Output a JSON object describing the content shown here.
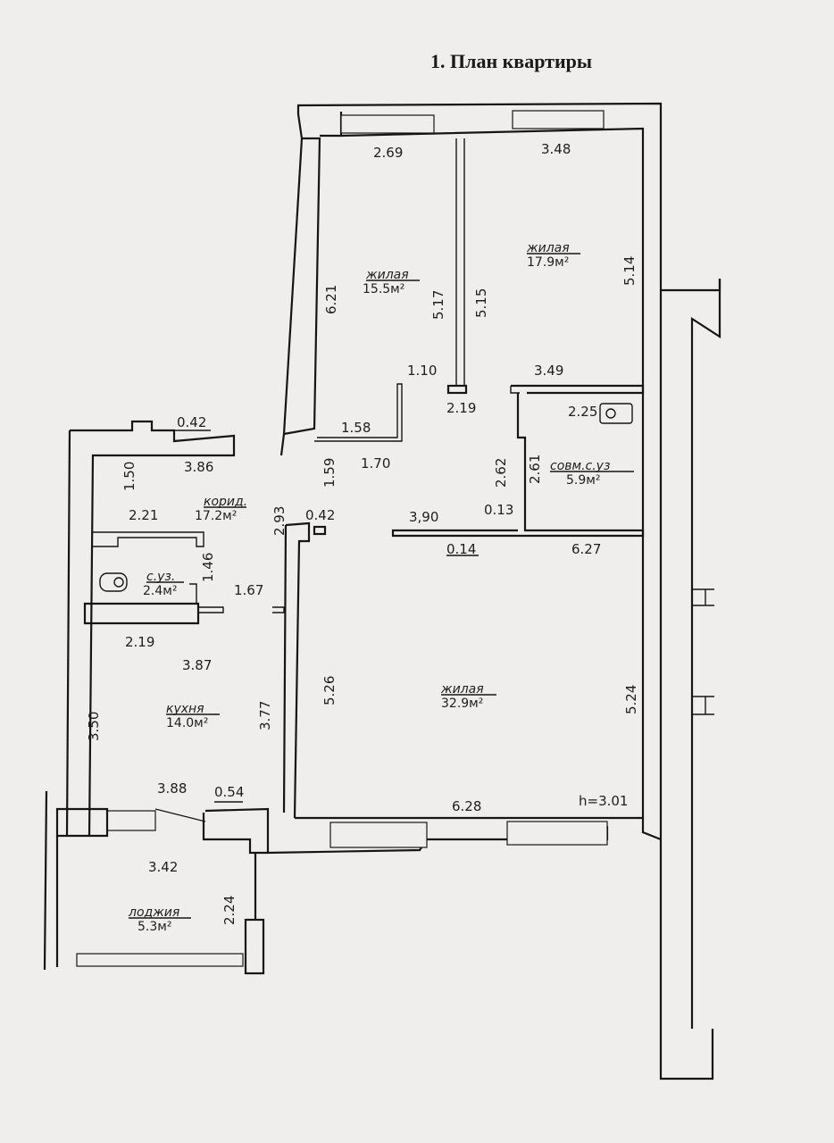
{
  "title": "1. План квартиры",
  "rooms": {
    "living_1": {
      "name": "жилая",
      "area": "15.5м²"
    },
    "living_2": {
      "name": "жилая",
      "area": "17.9м²"
    },
    "living_3": {
      "name": "жилая",
      "area": "32.9м²"
    },
    "bath_combined": {
      "name": "совм.с.уз",
      "area": "5.9м²"
    },
    "corridor": {
      "name": "корид.",
      "area": "17.2м²"
    },
    "wc": {
      "name": "с.уз.",
      "area": "2.4м²"
    },
    "kitchen": {
      "name": "кухня",
      "area": "14.0м²"
    },
    "loggia": {
      "name": "лоджия",
      "area": "5.3м²"
    }
  },
  "dimensions": {
    "d_2_69": "2.69",
    "d_3_48": "3.48",
    "d_5_14": "5.14",
    "d_6_21": "6.21",
    "d_5_17": "5.17",
    "d_5_15": "5.15",
    "d_1_10": "1.10",
    "d_1_58": "1.58",
    "d_3_49": "3.49",
    "d_2_19_top": "2.19",
    "d_2_25": "2.25",
    "d_1_59": "1.59",
    "d_1_70": "1.70",
    "d_2_62": "2.62",
    "d_2_61": "2.61",
    "d_0_42_top": "0.42",
    "d_1_50": "1.50",
    "d_3_86": "3.86",
    "d_2_21": "2.21",
    "d_2_93": "2.93",
    "d_0_42_mid": "0.42",
    "d_3_90": "3,90",
    "d_0_13": "0.13",
    "d_0_14": "0.14",
    "d_6_27": "6.27",
    "d_1_46": "1.46",
    "d_1_67": "1.67",
    "d_2_19_bot": "2.19",
    "d_3_87": "3.87",
    "d_3_50": "3.50",
    "d_3_77": "3.77",
    "d_5_26": "5.26",
    "d_5_24": "5.24",
    "d_3_88": "3.88",
    "d_0_54": "0.54",
    "d_6_28": "6.28",
    "d_h": "h=3.01",
    "d_3_42": "3.42",
    "d_2_24": "2.24"
  }
}
